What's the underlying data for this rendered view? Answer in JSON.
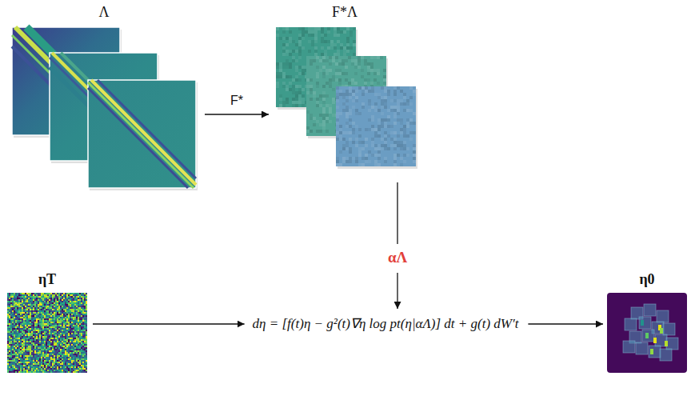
{
  "diagram": {
    "nodes": [
      {
        "text": [
          "Λ"
        ]
      },
      {
        "text": [
          "F*Λ"
        ]
      },
      {
        "text": [
          "αΛ"
        ]
      },
      {
        "text": [
          "ηT"
        ]
      },
      {
        "text": [
          "dη = [f(t)η − g²(t)∇η log pt(η|αΛ)] dt + g(t) dW′t"
        ]
      },
      {
        "text": [
          "η0"
        ]
      }
    ],
    "edges": [
      {
        "from": 0,
        "to": 1,
        "arrow": "to",
        "label": "F*"
      },
      {
        "from": 1,
        "to": 2,
        "arrow": "none"
      },
      {
        "from": 2,
        "to": 4,
        "arrow": "to"
      },
      {
        "from": 3,
        "to": 4,
        "arrow": "to"
      },
      {
        "from": 4,
        "to": 5,
        "arrow": "to"
      }
    ]
  }
}
